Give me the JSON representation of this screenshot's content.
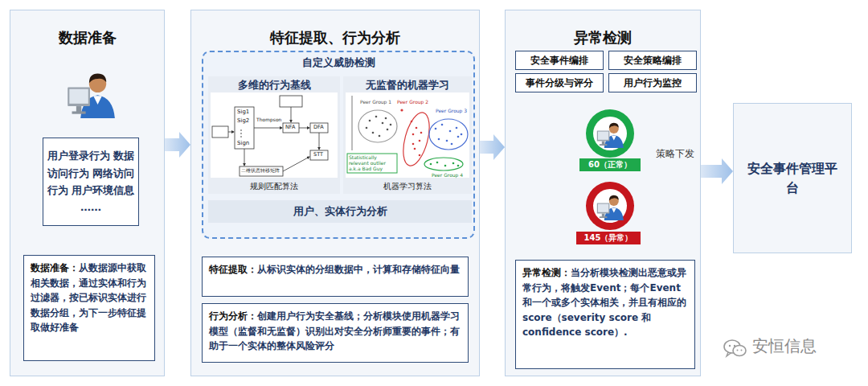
{
  "diagram": {
    "nodes": [
      {
        "text": [
          "数据准备"
        ]
      },
      {
        "text": [
          "用户登录行为 数据访问行为 网络访问行为 用户环境信息 ……"
        ],
        "in": 0
      },
      {
        "text": [
          "数据准备：",
          "从数据源中获取相关数据，通过实体和行为过滤器，按已标识实体进行数据分组，为下一步特征提取做好准备"
        ],
        "in": 0
      },
      {
        "text": [
          "特征提取、行为分析"
        ]
      },
      {
        "text": [
          "自定义威胁检测"
        ],
        "in": 3
      },
      {
        "text": [
          "多维的行为基线",
          "规则匹配算法"
        ],
        "in": 4
      },
      {
        "text": [
          "无监督的机器学习",
          "机器学习算法"
        ],
        "in": 4
      },
      {
        "text": [
          "用户、实体行为分析"
        ],
        "in": 4
      },
      {
        "text": [
          "特征提取：",
          "从标识实体的分组数据中，计算和存储特征向量"
        ],
        "in": 3
      },
      {
        "text": [
          "行为分析：",
          "创建用户行为安全基线；分析模块使用机器学习模型（监督和无监督）识别出对安全分析师重要的事件；有助于一个实体的整体风险评分"
        ],
        "in": 3
      },
      {
        "text": [
          "异常检测"
        ]
      },
      {
        "text": [
          "安全事件编排"
        ],
        "in": 10
      },
      {
        "text": [
          "安全策略编排"
        ],
        "in": 10
      },
      {
        "text": [
          "事件分级与评分"
        ],
        "in": 10
      },
      {
        "text": [
          "用户行为监控"
        ],
        "in": 10
      },
      {
        "text": [
          "60（正常）"
        ],
        "in": 10
      },
      {
        "text": [
          "145（异常）"
        ],
        "in": 10
      },
      {
        "text": [
          "异常检测：",
          "当分析模块检测出恶意或异常行为，将触发Event；每个Event和一个或多个实体相关，并且有相应的score（severity score 和 confidence score）."
        ],
        "in": 10
      },
      {
        "text": [
          "安全事件管理平台"
        ]
      }
    ],
    "edges": [
      {
        "from": 0,
        "to": 3,
        "arrow": "to"
      },
      {
        "from": 3,
        "to": 10,
        "arrow": "to"
      },
      {
        "from": 10,
        "to": 18,
        "label": "策略下发",
        "arrow": "to"
      }
    ],
    "labels": [
      "Sig1",
      "Sig2",
      "Sign",
      "Thompson",
      "NFA",
      "DFA",
      "STT",
      "二维状态转移矩阵",
      "Peer Group 1",
      "Peer Group 2",
      "Peer Group 3",
      "Peer Group 4",
      "Statistically relevant outlier a.k.a Bad Guy",
      "安恒信息"
    ]
  }
}
